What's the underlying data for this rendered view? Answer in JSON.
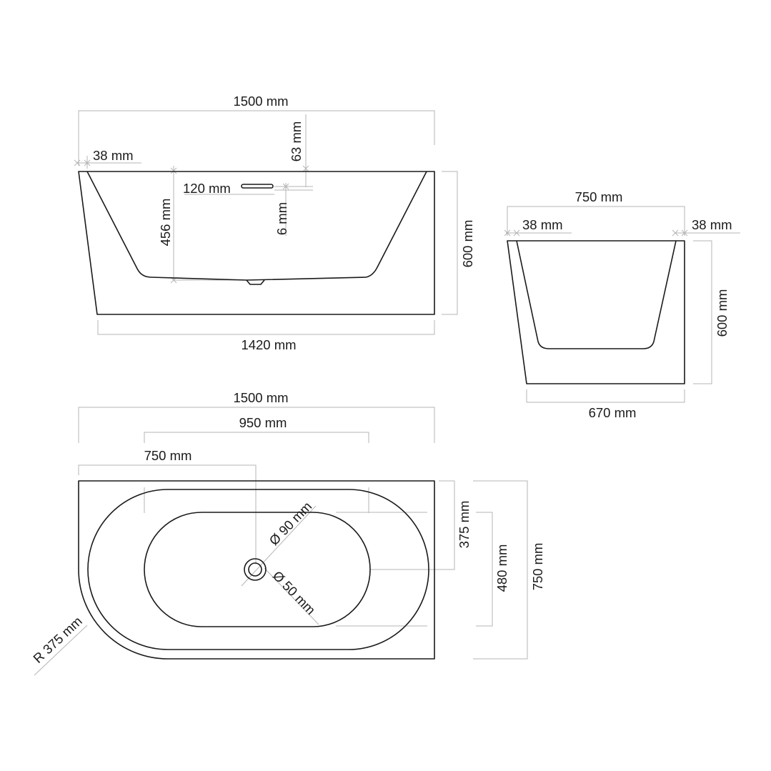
{
  "side_view": {
    "length_top": "1500 mm",
    "length_bottom": "1420 mm",
    "rim": "38 mm",
    "overflow_offset": "63 mm",
    "overflow_width": "120 mm",
    "overflow_height": "6 mm",
    "inner_depth": "456 mm",
    "height": "600 mm"
  },
  "end_view": {
    "width_top": "750 mm",
    "width_bottom": "670 mm",
    "rim_left": "38 mm",
    "rim_right": "38 mm",
    "height": "600 mm"
  },
  "top_view": {
    "length": "1500 mm",
    "basin_length": "950 mm",
    "drain_offset": "750 mm",
    "overflow_diameter": "Ø 90 mm",
    "drain_diameter": "Ø 50 mm",
    "half_width": "375 mm",
    "basin_width": "480 mm",
    "width": "750 mm",
    "radius": "R 375 mm"
  },
  "colors": {
    "outline": "#1a1a1a",
    "dimension_line": "#b5b5b5",
    "text": "#1a1a1a"
  }
}
